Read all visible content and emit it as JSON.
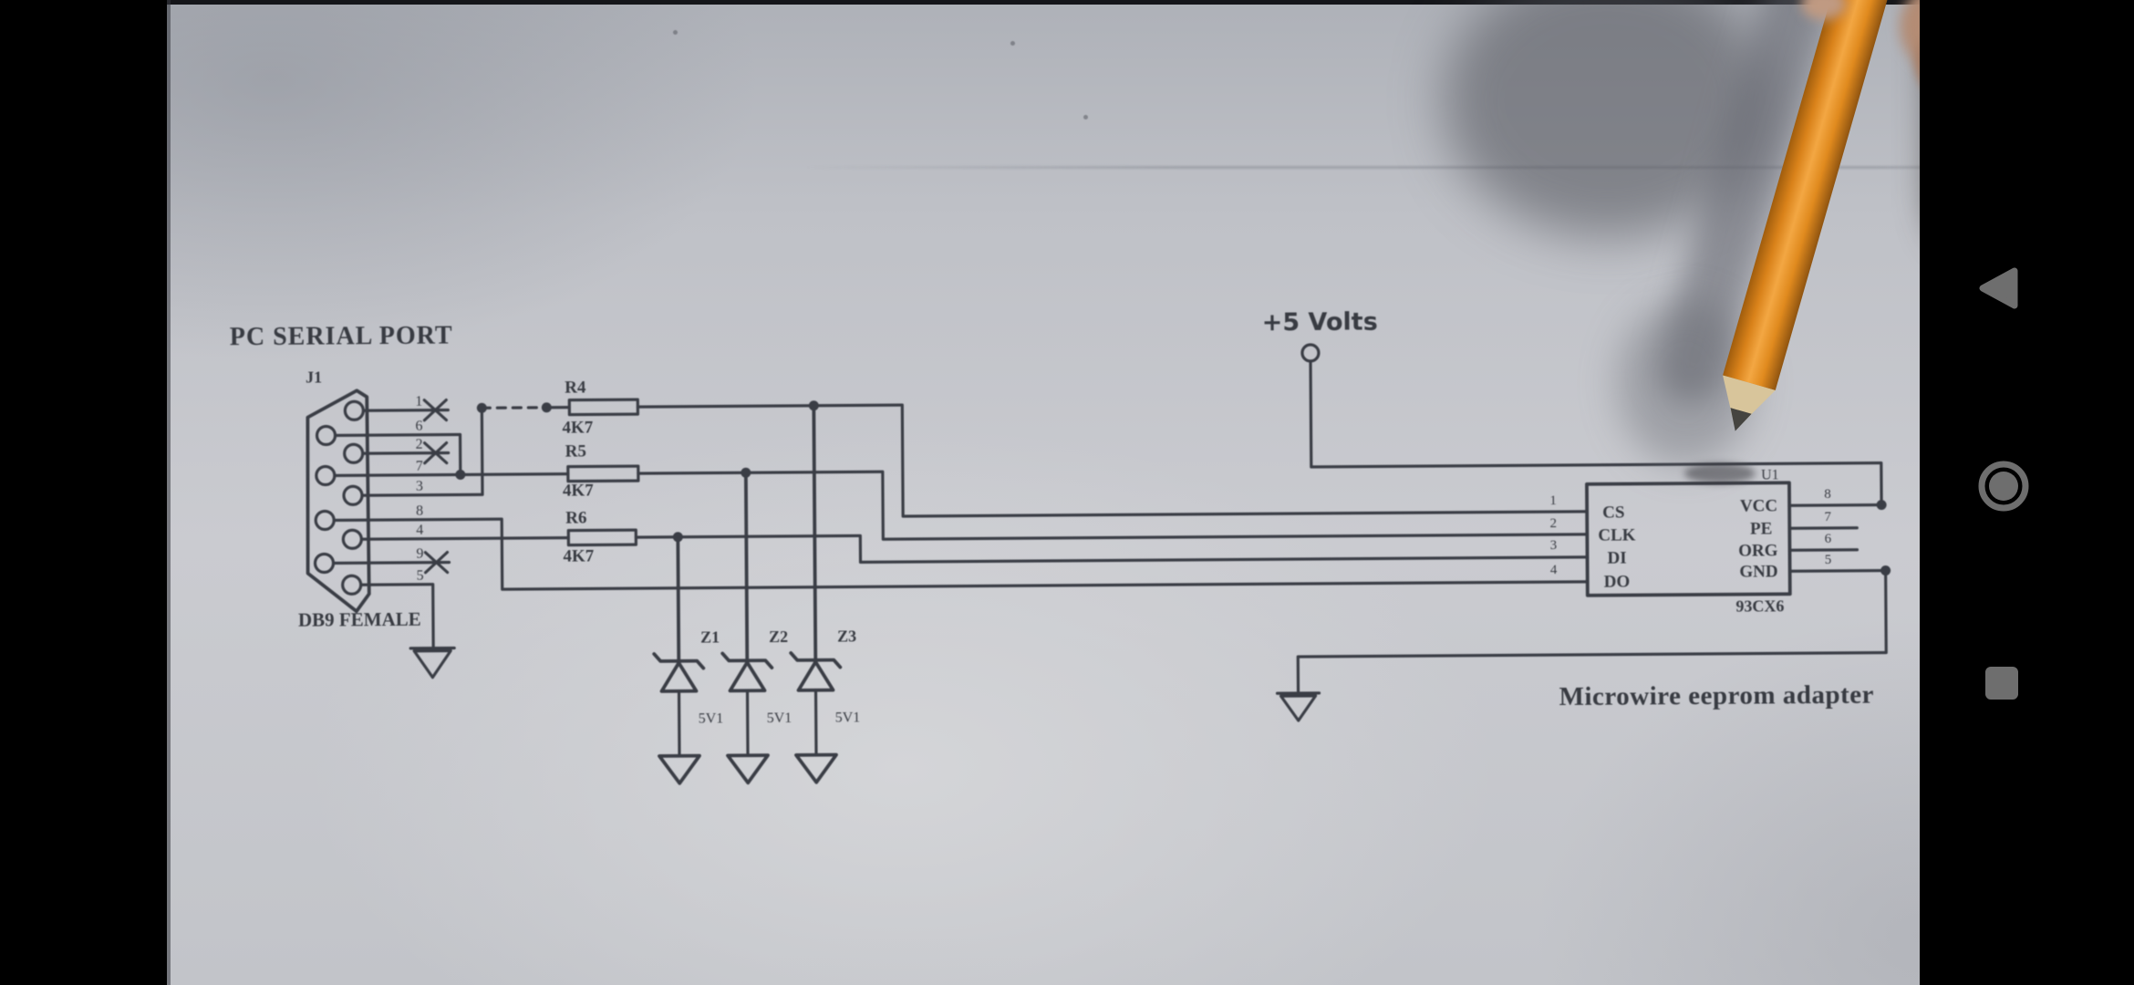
{
  "phone": {
    "nav_buttons": [
      {
        "id": "back",
        "icon": "back-triangle-icon"
      },
      {
        "id": "home",
        "icon": "home-circle-icon"
      },
      {
        "id": "recents",
        "icon": "recents-square-icon"
      }
    ]
  },
  "schematic": {
    "title": "PC SERIAL PORT",
    "caption": "Microwire eeprom adapter",
    "power_label": "+5 Volts",
    "connector": {
      "designator": "J1",
      "label": "DB9 FEMALE",
      "pins": [
        "1",
        "6",
        "2",
        "7",
        "3",
        "8",
        "4",
        "9",
        "5"
      ]
    },
    "resistors": [
      {
        "ref": "R4",
        "value": "4K7"
      },
      {
        "ref": "R5",
        "value": "4K7"
      },
      {
        "ref": "R6",
        "value": "4K7"
      }
    ],
    "zeners": [
      {
        "ref": "Z1",
        "value": "5V1"
      },
      {
        "ref": "Z2",
        "value": "5V1"
      },
      {
        "ref": "Z3",
        "value": "5V1"
      }
    ],
    "ic": {
      "designator": "U1",
      "part": "93CX6",
      "left_pins": [
        {
          "num": "1",
          "name": "CS"
        },
        {
          "num": "2",
          "name": "CLK"
        },
        {
          "num": "3",
          "name": "DI"
        },
        {
          "num": "4",
          "name": "DO"
        }
      ],
      "right_pins": [
        {
          "num": "8",
          "name": "VCC"
        },
        {
          "num": "7",
          "name": "PE"
        },
        {
          "num": "6",
          "name": "ORG"
        },
        {
          "num": "5",
          "name": "GND"
        }
      ]
    }
  },
  "colors": {
    "ink": "#3a3d45",
    "paper": "#c3c5ca",
    "pencil_orange": "#e8942a",
    "nav_icon": "#6e6e6e",
    "background": "#000000"
  }
}
